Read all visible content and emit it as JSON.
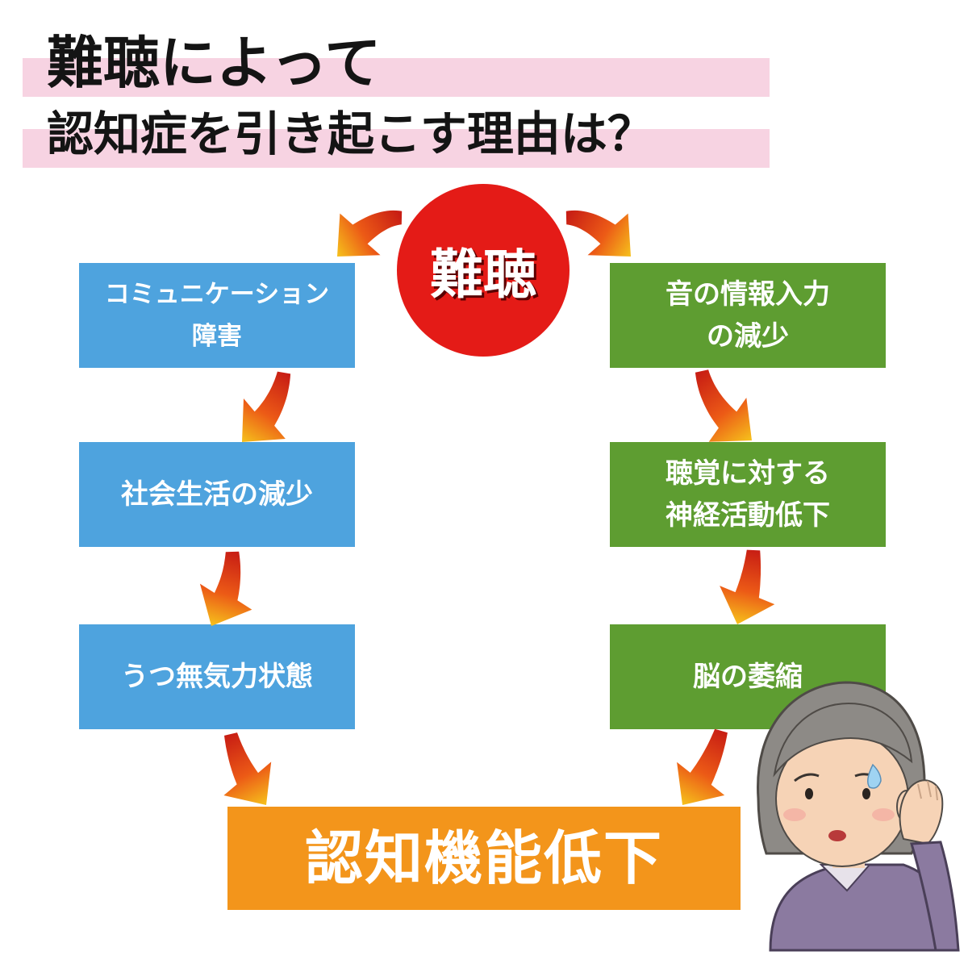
{
  "title": {
    "line1": "難聴によって",
    "line2": "認知症を引き起こす理由は？"
  },
  "hub": {
    "label": "難聴"
  },
  "left_chain": [
    {
      "lines": [
        "コミュニケーション",
        "障害"
      ]
    },
    {
      "lines": [
        "社会生活の減少"
      ]
    },
    {
      "lines": [
        "うつ無気力状態"
      ]
    }
  ],
  "right_chain": [
    {
      "lines": [
        "音の情報入力",
        "の減少"
      ]
    },
    {
      "lines": [
        "聴覚に対する",
        "神経活動低下"
      ]
    },
    {
      "lines": [
        "脳の萎縮"
      ]
    }
  ],
  "final": {
    "label": "認知機能低下"
  },
  "colors": {
    "left_box": "#4ea3de",
    "right_box": "#5e9d31",
    "final_box": "#f3951b",
    "hub": "#e41b17",
    "title_band": "#f7d3e2",
    "arrow_start": "#c81e14",
    "arrow_end": "#f6c21c"
  },
  "illustration": {
    "subject": "elderly-woman-cupping-ear-icon"
  }
}
